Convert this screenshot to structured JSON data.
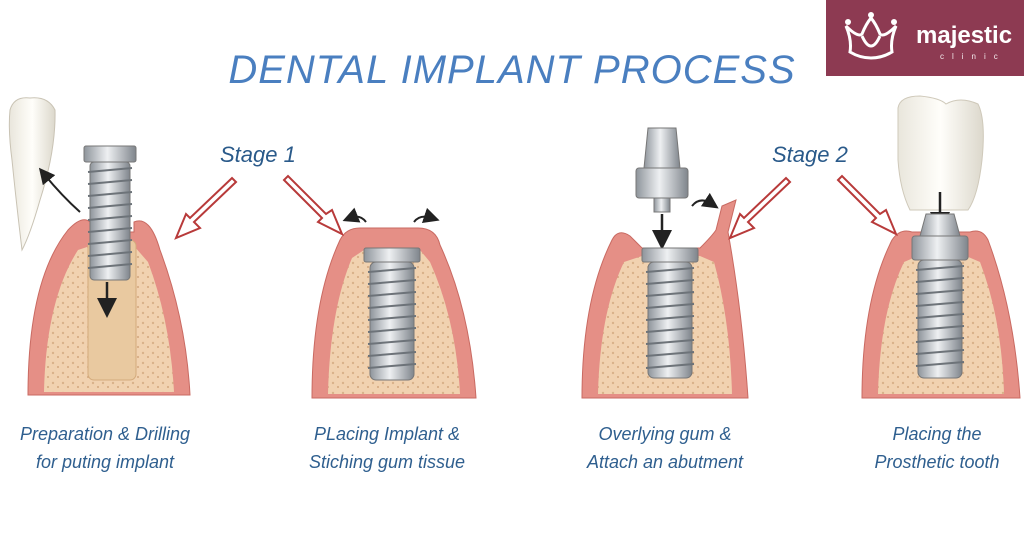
{
  "title": "DENTAL IMPLANT PROCESS",
  "logo": {
    "name": "majestic",
    "sub": "clinic"
  },
  "stages": {
    "stage1": "Stage 1",
    "stage2": "Stage 2"
  },
  "steps": [
    {
      "line1": "Preparation & Drilling",
      "line2": "for puting implant"
    },
    {
      "line1": "PLacing Implant &",
      "line2": "Stiching gum tissue"
    },
    {
      "line1": "Overlying gum &",
      "line2": "Attach an abutment"
    },
    {
      "line1": "Placing the",
      "line2": "Prosthetic tooth"
    }
  ],
  "colors": {
    "title": "#4a7fc0",
    "brand": "#8d3a52",
    "gum": "#e58f86",
    "bone": "#f1d2b0",
    "metal": "#bfc3c8",
    "arrow": "#b83a3a"
  }
}
